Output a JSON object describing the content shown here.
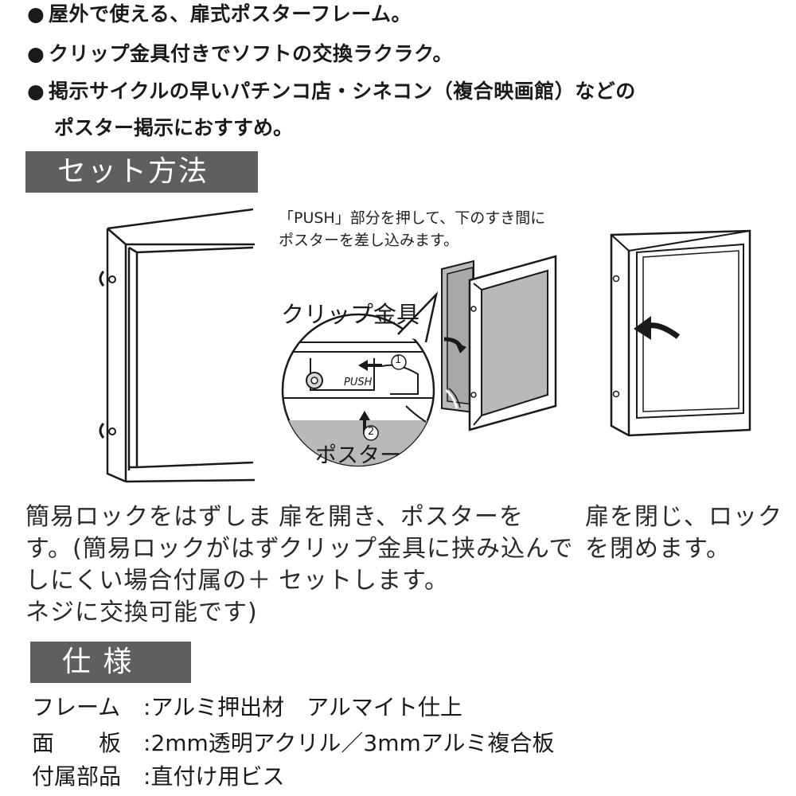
{
  "features": [
    {
      "bullet": "●",
      "text": "屋外で使える、扉式ポスターフレーム。"
    },
    {
      "bullet": "●",
      "text": "クリップ金具付きでソフトの交換ラクラク。"
    },
    {
      "bullet": "●",
      "text": "掲示サイクルの早いパチンコ店・シネコン（複合映画館）などの"
    }
  ],
  "feature_continuation": "ポスター掲示におすすめ。",
  "setup": {
    "heading": "セット方法",
    "note_line1": "「PUSH」部分を押して、下のすき間に",
    "note_line2": "ポスターを差し込みます。",
    "clip_label": "クリップ金具",
    "push_label": "PUSH",
    "step1_num": "1",
    "step2_num": "2",
    "poster_label": "ポスター",
    "captions": [
      [
        "簡易ロックをはずしま",
        "す。(簡易ロックがはず",
        "しにくい場合付属の＋",
        "ネジに交換可能です)"
      ],
      [
        "扉を開き、ポスターを",
        "クリップ金具に挟み込んで",
        "セットします。"
      ],
      [
        "扉を閉じ、ロック",
        "を閉めます。"
      ]
    ]
  },
  "spec": {
    "heading": "仕 様",
    "rows": [
      {
        "key": "フレーム",
        "sep": ":",
        "value": "アルミ押出材　アルマイト仕上"
      },
      {
        "key": "面　　板",
        "sep": ":",
        "value": "2mm透明アクリル／3mmアルミ複合板"
      },
      {
        "key": "付属部品",
        "sep": ":",
        "value": "直付け用ビス"
      }
    ]
  },
  "colors": {
    "heading_bg": "#5f5f5f",
    "poster_gray": "#b9b9b9",
    "line": "#1a1a1a"
  },
  "icons": [
    "lock-icon",
    "arrow-icon"
  ]
}
